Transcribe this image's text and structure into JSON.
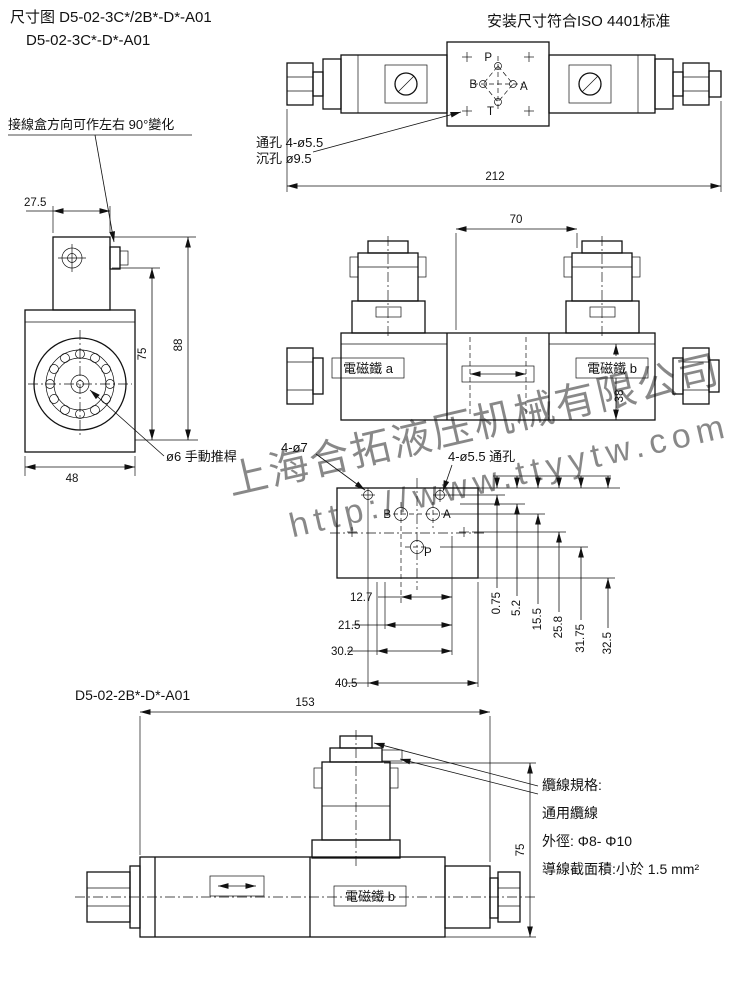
{
  "header": {
    "title_line1": "尺寸图 D5-02-3C*/2B*-D*-A01",
    "title_line2": "D5-02-3C*-D*-A01",
    "standard_note": "安装尺寸符合ISO 4401标准"
  },
  "top_view": {
    "port_p": "P",
    "port_a": "A",
    "port_b": "B",
    "port_t": "T",
    "through_hole_label": "通孔 4-ø5.5",
    "counterbore_label": "沉孔 ø9.5",
    "dim_overall_length": "212",
    "dim_70": "70"
  },
  "front_view": {
    "solenoid_a_label": "電磁鐵 a",
    "solenoid_b_label": "電磁鐵 b",
    "dim_height": "38"
  },
  "side_view": {
    "junction_box_note": "接線盒方向可作左右 90°變化",
    "dim_box_width": "27.5",
    "dim_75": "75",
    "dim_88": "88",
    "dim_width": "48",
    "manual_pin_label": "ø6 手動推桿"
  },
  "pattern_view": {
    "hole_label_left": "4-ø7",
    "hole_label_right": "4-ø5.5 通孔",
    "port_p": "P",
    "port_a": "A",
    "port_b": "B",
    "h_dims": [
      "12.7",
      "21.5",
      "30.2",
      "40.5"
    ],
    "v_dims": [
      "0.75",
      "5.2",
      "15.5",
      "25.8",
      "31.75",
      "32.5"
    ]
  },
  "bottom_view": {
    "model_label": "D5-02-2B*-D*-A01",
    "dim_length": "153",
    "solenoid_b_label": "電磁鐵 b",
    "dim_height": "75",
    "cable_line1": "纜線規格:",
    "cable_line2": "通用纜線",
    "cable_line3": "外徑: Φ8- Φ10",
    "cable_line4": "導線截面積:小於 1.5 mm²"
  },
  "watermark": {
    "company": "上海合拓液压机械有限公司",
    "url": "http://www.ttyytw.com",
    "color": "#6ec3e4"
  }
}
